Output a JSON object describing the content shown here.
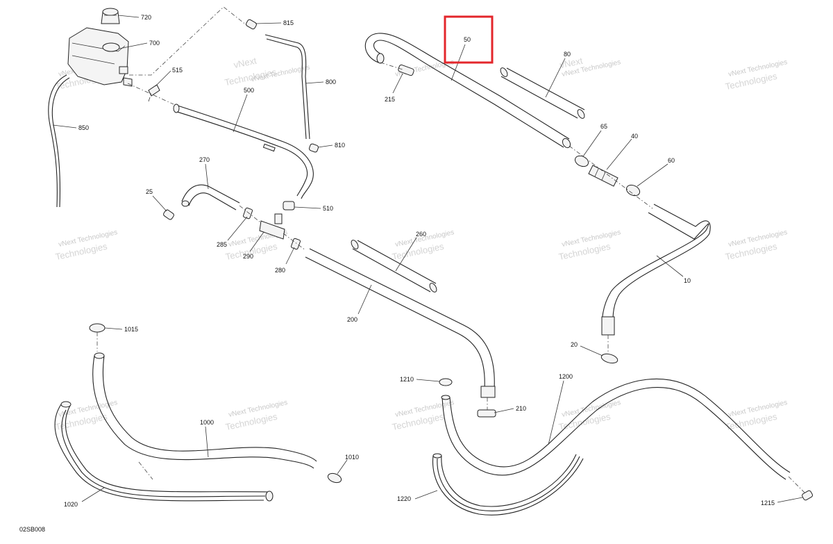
{
  "diagram_code": "02SB008",
  "watermark": {
    "line1": "vNext",
    "line2": "Technologies",
    "line3": "vNext Technologies"
  },
  "highlight": {
    "part": "50",
    "color": "#e3262b"
  },
  "parts": {
    "p720": "720",
    "p700": "700",
    "p515": "515",
    "p850": "850",
    "p815": "815",
    "p800": "800",
    "p810": "810",
    "p500": "500",
    "p270": "270",
    "p25": "25",
    "p510": "510",
    "p285": "285",
    "p290": "290",
    "p280": "280",
    "p50": "50",
    "p215": "215",
    "p80": "80",
    "p65": "65",
    "p40": "40",
    "p60": "60",
    "p10": "10",
    "p20": "20",
    "p260": "260",
    "p200": "200",
    "p210": "210",
    "p1210": "1210",
    "p1200": "1200",
    "p1015": "1015",
    "p1000": "1000",
    "p1010": "1010",
    "p1020": "1020",
    "p1220": "1220",
    "p1215": "1215"
  }
}
